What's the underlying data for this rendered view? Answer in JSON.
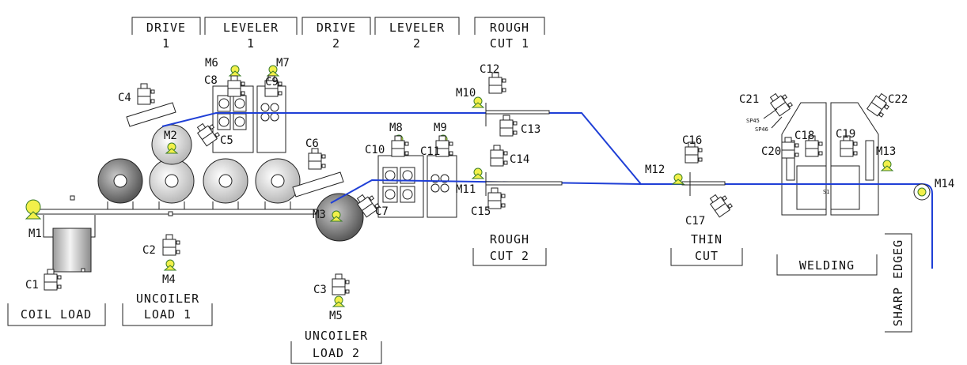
{
  "sections": {
    "drive1": [
      "DRIVE",
      "1"
    ],
    "leveler1": [
      "LEVELER",
      "1"
    ],
    "drive2": [
      "DRIVE",
      "2"
    ],
    "leveler2": [
      "LEVELER",
      "2"
    ],
    "rough_cut1": [
      "ROUGH",
      "CUT 1"
    ],
    "rough_cut2": [
      "ROUGH",
      "CUT 2"
    ],
    "thin_cut": [
      "THIN",
      "CUT"
    ],
    "welding": [
      "WELDING"
    ],
    "sharp_edge": [
      "SHARP EDGEG"
    ],
    "coil_load": [
      "COIL LOAD"
    ],
    "uncoiler_load1": [
      "UNCOILER",
      "LOAD 1"
    ],
    "uncoiler_load2": [
      "UNCOILER",
      "LOAD 2"
    ]
  },
  "motors": {
    "M1": "M1",
    "M2": "M2",
    "M3": "M3",
    "M4": "M4",
    "M5": "M5",
    "M6": "M6",
    "M7": "M7",
    "M8": "M8",
    "M9": "M9",
    "M10": "M10",
    "M11": "M11",
    "M12": "M12",
    "M13": "M13",
    "M14": "M14"
  },
  "cylinders": {
    "C1": "C1",
    "C2": "C2",
    "C3": "C3",
    "C4": "C4",
    "C5": "C5",
    "C6": "C6",
    "C7": "C7",
    "C8": "C8",
    "C9": "C9",
    "C10": "C10",
    "C11": "C11",
    "C12": "C12",
    "C13": "C13",
    "C14": "C14",
    "C15": "C15",
    "C16": "C16",
    "C17": "C17",
    "C18": "C18",
    "C19": "C19",
    "C20": "C20",
    "C21": "C21",
    "C22": "C22"
  },
  "sensors": {
    "SP45": "SP45",
    "SP46": "SP46",
    "S1": "S1"
  },
  "colors": {
    "strip": "#1f3fd6",
    "motor": "#f2f04a",
    "motor_dark": "#3a7d2a"
  }
}
